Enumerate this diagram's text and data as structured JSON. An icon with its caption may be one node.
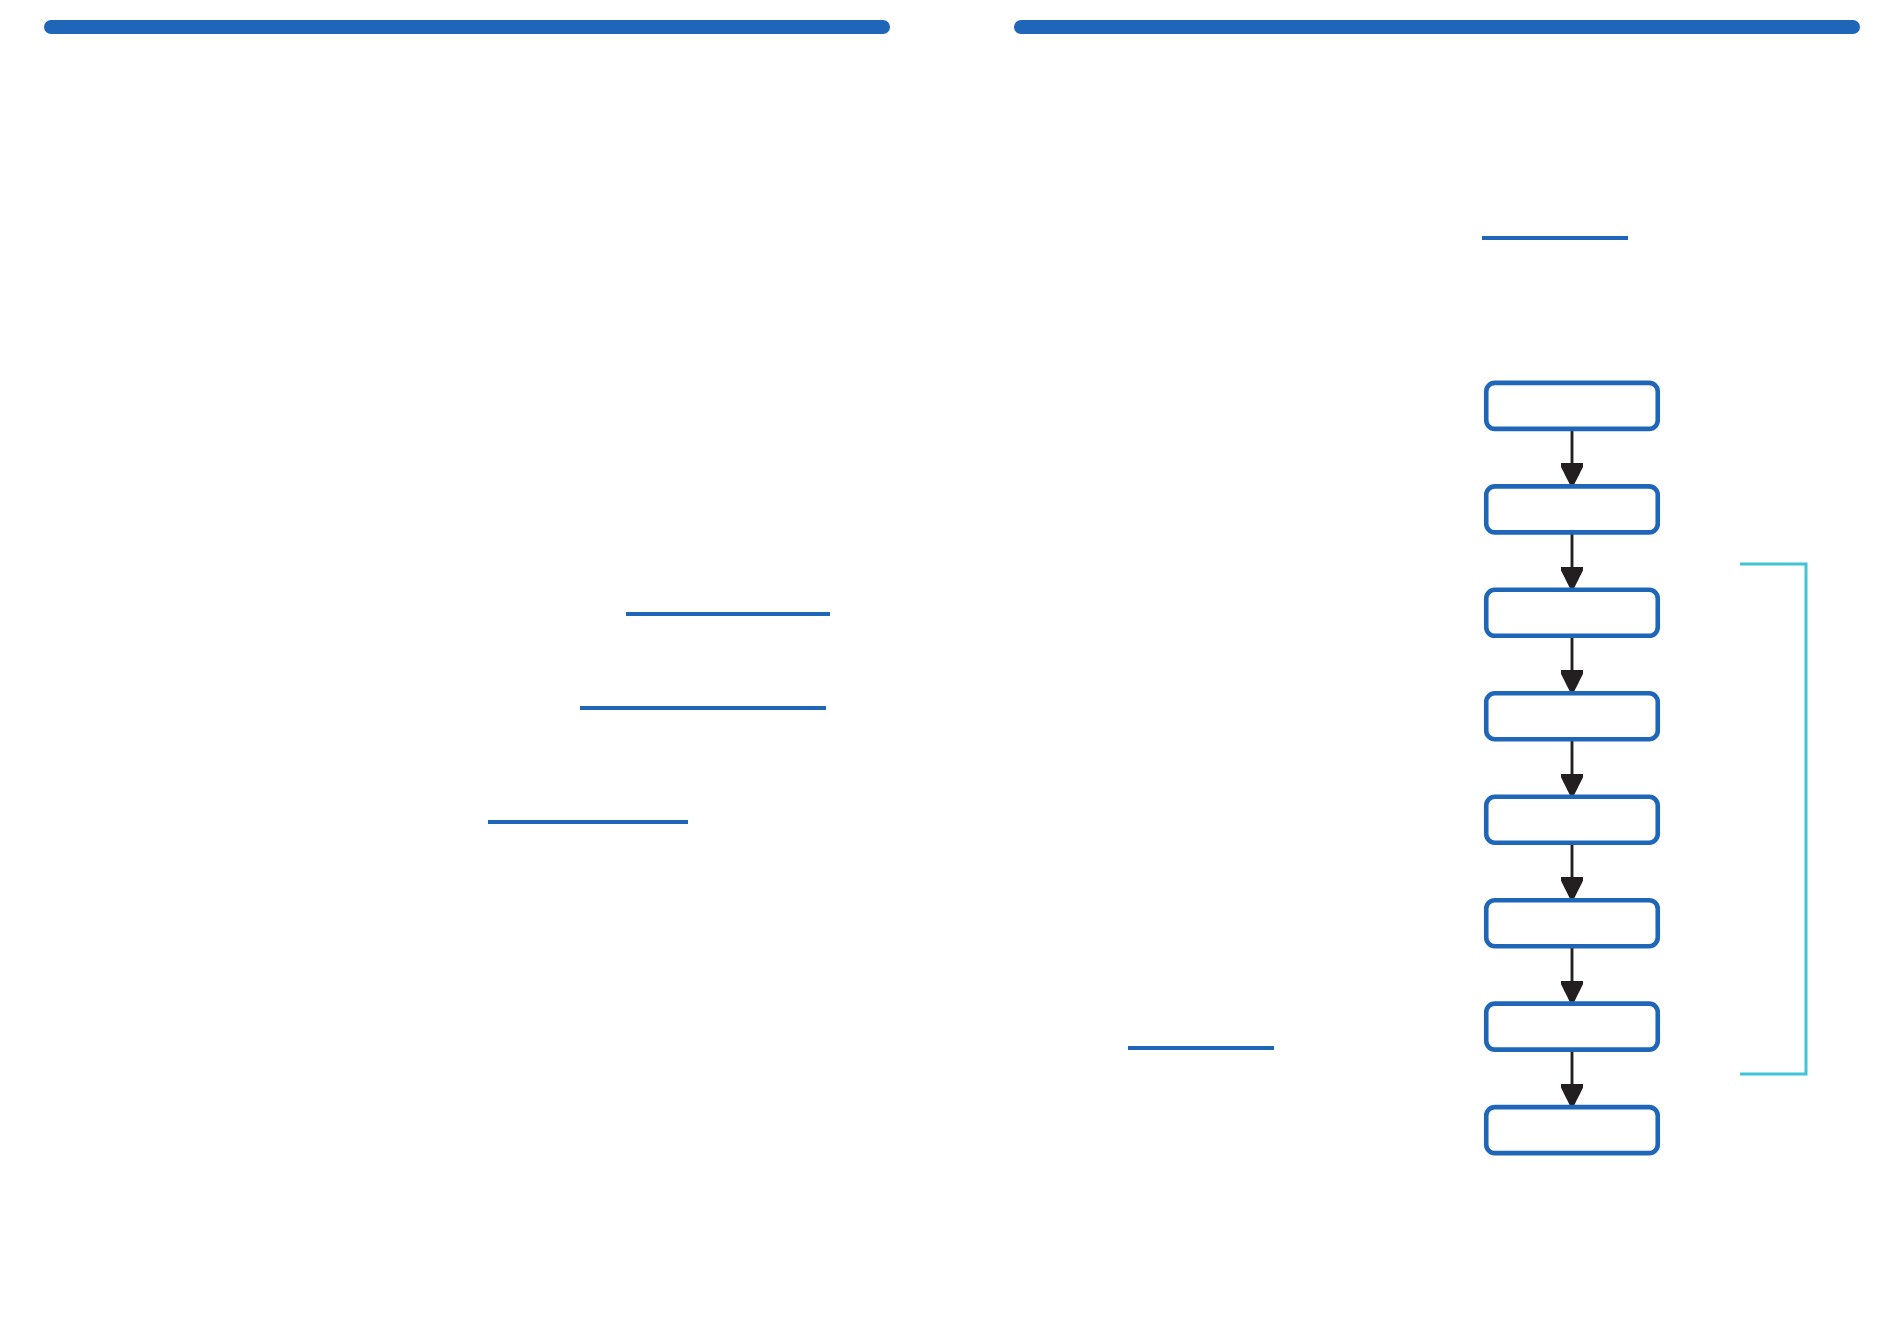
{
  "diagram": {
    "nodes": [
      {
        "text": [],
        "shape": "box"
      },
      {
        "text": [],
        "shape": "box"
      },
      {
        "text": [],
        "shape": "box"
      },
      {
        "text": [],
        "shape": "box"
      },
      {
        "text": [],
        "shape": "box"
      },
      {
        "text": [],
        "shape": "box"
      },
      {
        "text": [],
        "shape": "box"
      },
      {
        "text": [],
        "shape": "box"
      }
    ],
    "edges": [
      {
        "from": 0,
        "to": 1,
        "arrow": "to"
      },
      {
        "from": 1,
        "to": 2,
        "arrow": "to"
      },
      {
        "from": 2,
        "to": 3,
        "arrow": "to"
      },
      {
        "from": 3,
        "to": 4,
        "arrow": "to"
      },
      {
        "from": 4,
        "to": 5,
        "arrow": "to"
      },
      {
        "from": 5,
        "to": 6,
        "arrow": "to"
      },
      {
        "from": 6,
        "to": 7,
        "arrow": "to"
      }
    ]
  }
}
